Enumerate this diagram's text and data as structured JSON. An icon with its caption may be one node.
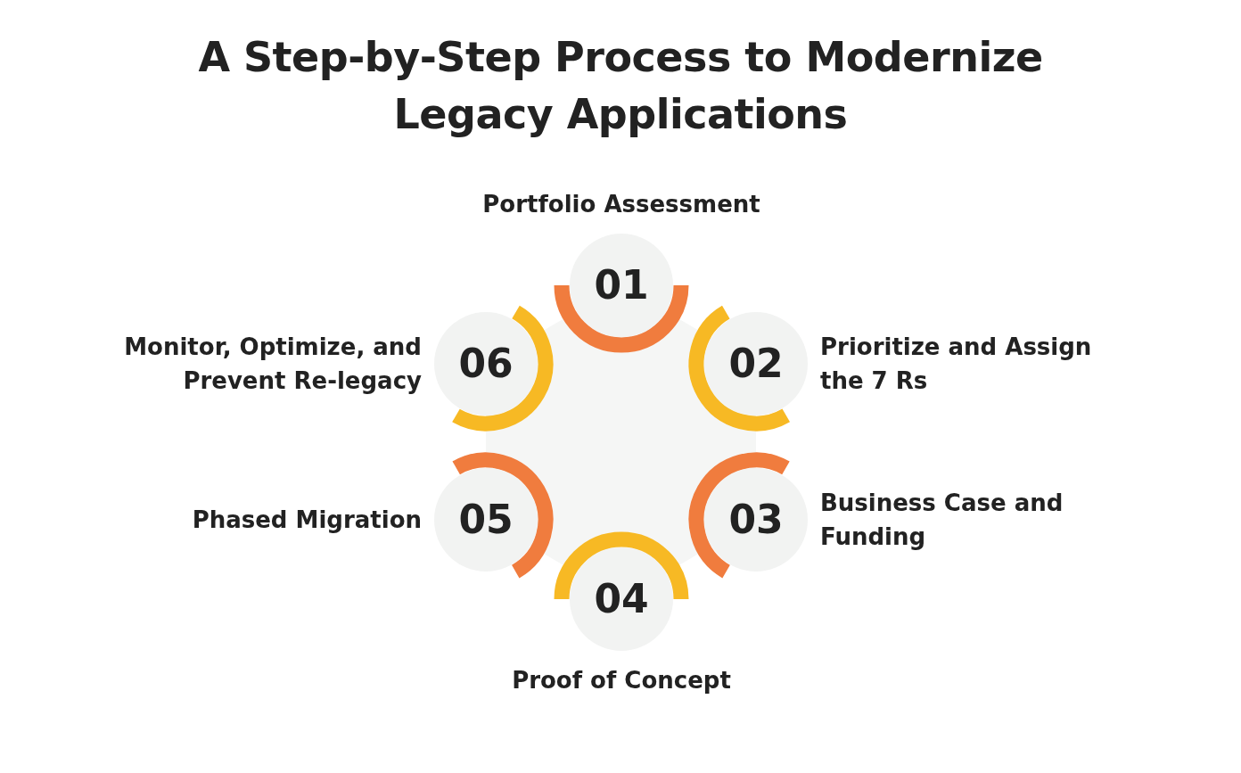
{
  "diagram": {
    "title": "A Step-by-Step Process to Modernize Legacy Applications",
    "nodes": [
      {
        "text": [
          "01"
        ],
        "beside": [
          "Portfolio Assessment"
        ]
      },
      {
        "text": [
          "02"
        ],
        "beside": [
          "Prioritize and Assign the 7 Rs"
        ]
      },
      {
        "text": [
          "03"
        ],
        "beside": [
          "Business Case and Funding"
        ]
      },
      {
        "text": [
          "04"
        ],
        "beside": [
          "Proof of Concept"
        ]
      },
      {
        "text": [
          "05"
        ],
        "beside": [
          "Phased Migration"
        ]
      },
      {
        "text": [
          "06"
        ],
        "beside": [
          "Monitor, Optimize, and Prevent Re-legacy"
        ]
      }
    ],
    "edges": []
  }
}
